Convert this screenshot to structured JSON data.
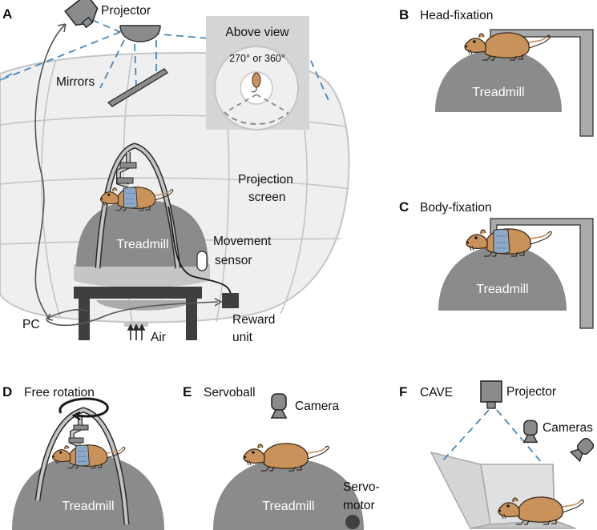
{
  "panels": {
    "a": {
      "letter": "A",
      "projector": "Projector",
      "mirrors": "Mirrors",
      "above_view_title": "Above view",
      "above_view_angle": "270° or 360°",
      "projection_screen_line1": "Projection",
      "projection_screen_line2": "screen",
      "treadmill": "Treadmill",
      "movement_sensor_line1": "Movement",
      "movement_sensor_line2": "sensor",
      "pc": "PC",
      "air": "Air",
      "reward_unit_line1": "Reward",
      "reward_unit_line2": "unit"
    },
    "b": {
      "letter": "B",
      "title": "Head-fixation",
      "treadmill": "Treadmill"
    },
    "c": {
      "letter": "C",
      "title": "Body-fixation",
      "treadmill": "Treadmill"
    },
    "d": {
      "letter": "D",
      "title": "Free rotation",
      "treadmill": "Treadmill"
    },
    "e": {
      "letter": "E",
      "title": "Servoball",
      "camera": "Camera",
      "treadmill": "Treadmill",
      "servo_line1": "Servo-",
      "servo_line2": "motor"
    },
    "f": {
      "letter": "F",
      "title": "CAVE",
      "projector": "Projector",
      "cameras": "Cameras"
    }
  },
  "colors": {
    "treadmill": "#8a8b8d",
    "screen_fill": "#efeff0",
    "screen_line": "#c4c5c7",
    "dashed_beam": "#4a86b8",
    "gerbil_body": "#c8925a",
    "gerbil_outline": "#3a2a1a",
    "vest": "#8ea8c8",
    "dark_table": "#3f3f41",
    "fixation_bar": "#a9aaac"
  }
}
